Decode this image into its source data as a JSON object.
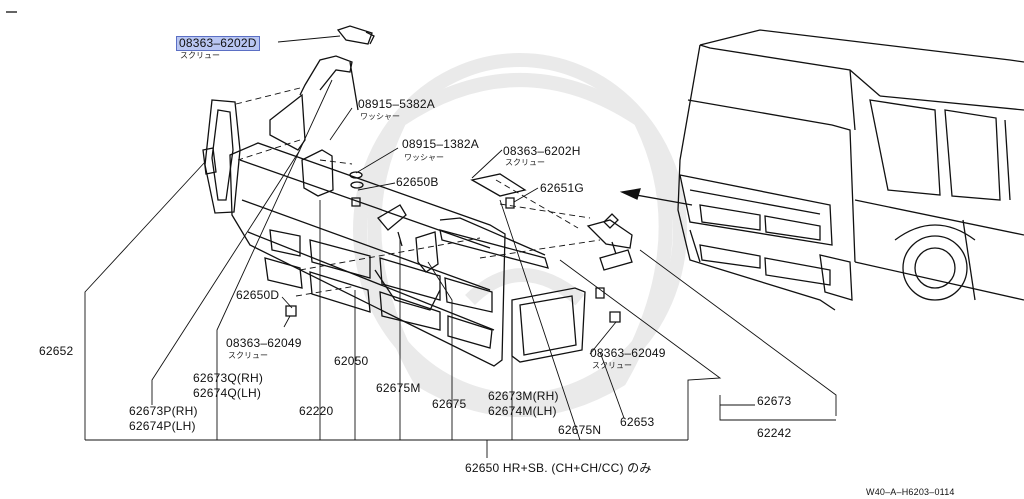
{
  "labels": {
    "screw_top": "08363–6202D",
    "screw_sub": "スクリュー",
    "washer_a": "08915–5382A",
    "washer_b": "08915–1382A",
    "washer_sub": "ワッシャー",
    "screw_h": "08363–6202H",
    "bracket_b": "62650B",
    "bolt_g": "62651G",
    "bracket_d": "62650D",
    "screw_049": "08363–62049",
    "p62652": "62652",
    "p62050": "62050",
    "p62673q": "62673Q(RH)",
    "p62674q": "62674Q(LH)",
    "p62675m": "62675M",
    "p62673m": "62673M(RH)",
    "p62674m": "62674M(LH)",
    "p62673p": "62673P(RH)",
    "p62674p": "62674P(LH)",
    "p62220": "62220",
    "p62675": "62675",
    "p62673": "62673",
    "p62653": "62653",
    "p62675n": "62675N",
    "p62242": "62242",
    "p62650_note": "62650 HR+SB.  (CH+CH/CC)  のみ"
  },
  "footer": {
    "code": "W40–A–H6203–0114"
  }
}
